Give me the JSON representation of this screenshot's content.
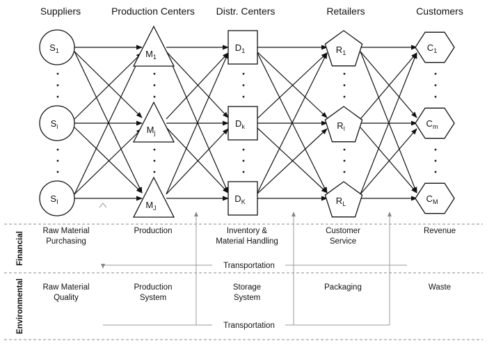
{
  "columns": [
    {
      "key": "suppliers",
      "header": "Suppliers",
      "shape": "circle",
      "nodes": [
        {
          "base": "S",
          "sub": "1"
        },
        {
          "base": "S",
          "sub": "i"
        },
        {
          "base": "S",
          "sub": "I"
        }
      ]
    },
    {
      "key": "production",
      "header": "Production Centers",
      "shape": "triangle",
      "nodes": [
        {
          "base": "M",
          "sub": "1"
        },
        {
          "base": "M",
          "sub": "j"
        },
        {
          "base": "M",
          "sub": "J"
        }
      ]
    },
    {
      "key": "distribution",
      "header": "Distr. Centers",
      "shape": "square",
      "nodes": [
        {
          "base": "D",
          "sub": "1"
        },
        {
          "base": "D",
          "sub": "k"
        },
        {
          "base": "D",
          "sub": "K"
        }
      ]
    },
    {
      "key": "retailers",
      "header": "Retailers",
      "shape": "pentagon",
      "nodes": [
        {
          "base": "R",
          "sub": "1"
        },
        {
          "base": "R",
          "sub": "l"
        },
        {
          "base": "R",
          "sub": "L"
        }
      ]
    },
    {
      "key": "customers",
      "header": "Customers",
      "shape": "hexagon",
      "nodes": [
        {
          "base": "C",
          "sub": "1"
        },
        {
          "base": "C",
          "sub": "m"
        },
        {
          "base": "C",
          "sub": "M"
        }
      ]
    }
  ],
  "bands": [
    {
      "label": "Financial",
      "items": [
        [
          "Raw Material",
          "Purchasing"
        ],
        [
          "Production"
        ],
        [
          "Inventory &",
          "Material Handling"
        ],
        [
          "Customer",
          "Service"
        ],
        [
          "Revenue"
        ]
      ],
      "transport": "Transportation"
    },
    {
      "label": "Environmental",
      "items": [
        [
          "Raw Material",
          "Quality"
        ],
        [
          "Production",
          "System"
        ],
        [
          "Storage",
          "System"
        ],
        [
          "Packaging"
        ],
        [
          "Waste"
        ]
      ],
      "transport": "Transportation"
    }
  ]
}
